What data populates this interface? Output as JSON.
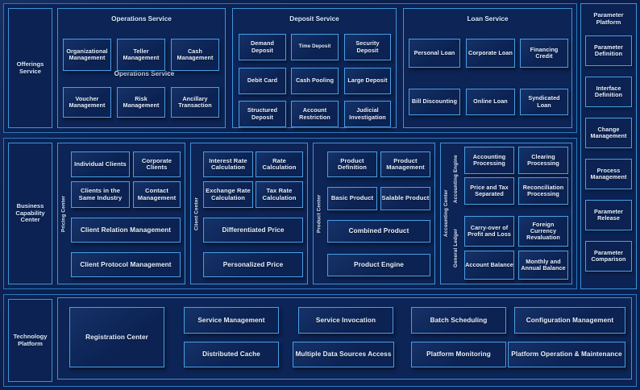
{
  "meta": {
    "diagram_title": "Banking Platform Capability Architecture",
    "colors": {
      "background": "#0a1f4d",
      "panel": "#0b2252",
      "card": "#0c2559",
      "border_light": "#4aa0e4",
      "border_mid": "#3f93d8",
      "text": "#eaf2ff"
    }
  },
  "rows": {
    "offerings": {
      "lane_label": "Offerings Service",
      "groups": [
        {
          "title": "Operations Service",
          "duplicate_title": "Operations Service",
          "items": [
            "Organizational Management",
            "Teller Management",
            "Cash Management",
            "Voucher Management",
            "Risk Management",
            "Ancillary Transaction"
          ]
        },
        {
          "title": "Deposit Service",
          "items": [
            "Demand Deposit",
            "Time Deposit",
            "Security Deposit",
            "Debit Card",
            "Cash Pooling",
            "Large Deposit",
            "Structured Deposit",
            "Account Restriction",
            "Judicial Investigation"
          ]
        },
        {
          "title": "Loan Service",
          "items": [
            "Personal Loan",
            "Corporate Loan",
            "Financing Credit",
            "Bill Discounting",
            "Online Loan",
            "Syndicated Loan"
          ]
        }
      ]
    },
    "business": {
      "lane_label": "Business Capability Center",
      "centers": [
        {
          "vertical_label": "Pricing Center",
          "items": [
            "Individual Clients",
            "Corporate Clients",
            "Clients in the Same Industry",
            "Contact Management",
            "Client Relation Management",
            "Client Protocol Management"
          ]
        },
        {
          "vertical_label": "Client Center",
          "items": [
            "Interest Rate Calculation",
            "Rate Calculation",
            "Exchange Rate Calculation",
            "Tax Rate Calculation",
            "Differentiated Price",
            "Personalized Price"
          ]
        },
        {
          "vertical_label": "Product Center",
          "items": [
            "Product Definition",
            "Product Management",
            "Basic Product",
            "Salable Product",
            "Combined Product",
            "Product Engine"
          ]
        },
        {
          "vertical_label": "Accounting Center",
          "sub_labels": [
            "Accounting Engine",
            "General Ledger"
          ],
          "items": [
            "Accounting Processing",
            "Clearing Processing",
            "Price and Tax Separated",
            "Reconciliation Processing",
            "Carry-over of Profit and Loss",
            "Foreign Currency Revaluation",
            "Account Balance",
            "Monthly and Annual Balance"
          ]
        }
      ]
    },
    "technology": {
      "lane_label": "Technology Platform",
      "items": [
        "Registration Center",
        "Service Management",
        "Distributed Cache",
        "Service Invocation",
        "Multiple Data Sources Access",
        "Batch Scheduling",
        "Platform Monitoring",
        "Configuration Management",
        "Platform Operation & Maintenance"
      ]
    }
  },
  "parameter_platform": {
    "title_line1": "Parameter",
    "title_line2": "Platform",
    "items": [
      "Parameter Definition",
      "Interface Definition",
      "Change Management",
      "Process Management",
      "Parameter Release",
      "Parameter Comparison"
    ]
  }
}
